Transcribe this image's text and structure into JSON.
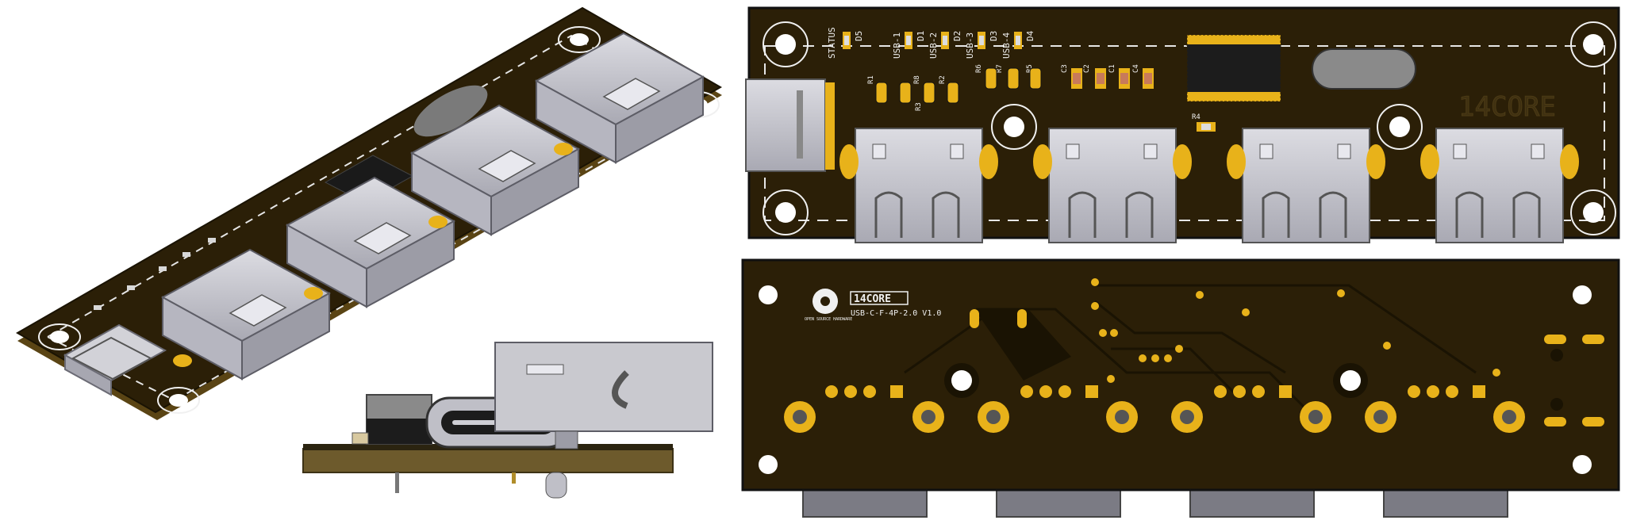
{
  "top_view": {
    "silkscreen_labels": [
      "STATUS",
      "D5",
      "USB-1",
      "D1",
      "USB-2",
      "D2",
      "USB-3",
      "D3",
      "USB-4",
      "D4"
    ],
    "component_refs": [
      "R1",
      "R8",
      "R2",
      "R3",
      "R6",
      "R7",
      "R5",
      "C3",
      "C2",
      "C1",
      "C4",
      "R4"
    ],
    "watermark": "14CORE"
  },
  "bottom_view": {
    "logo_text": "OPEN SOURCE HARDWARE",
    "brand": "14CORE",
    "part_number": "USB-C-F-4P-2.0 V1.0"
  },
  "colors": {
    "pcb_dark": "#2b1f07",
    "pcb_mid": "#3a2b0b",
    "pad_gold": "#e8b21a",
    "port_gray": "#c9c9cf",
    "port_shadow": "#8b8b95",
    "silk_white": "#f0f0f0"
  }
}
